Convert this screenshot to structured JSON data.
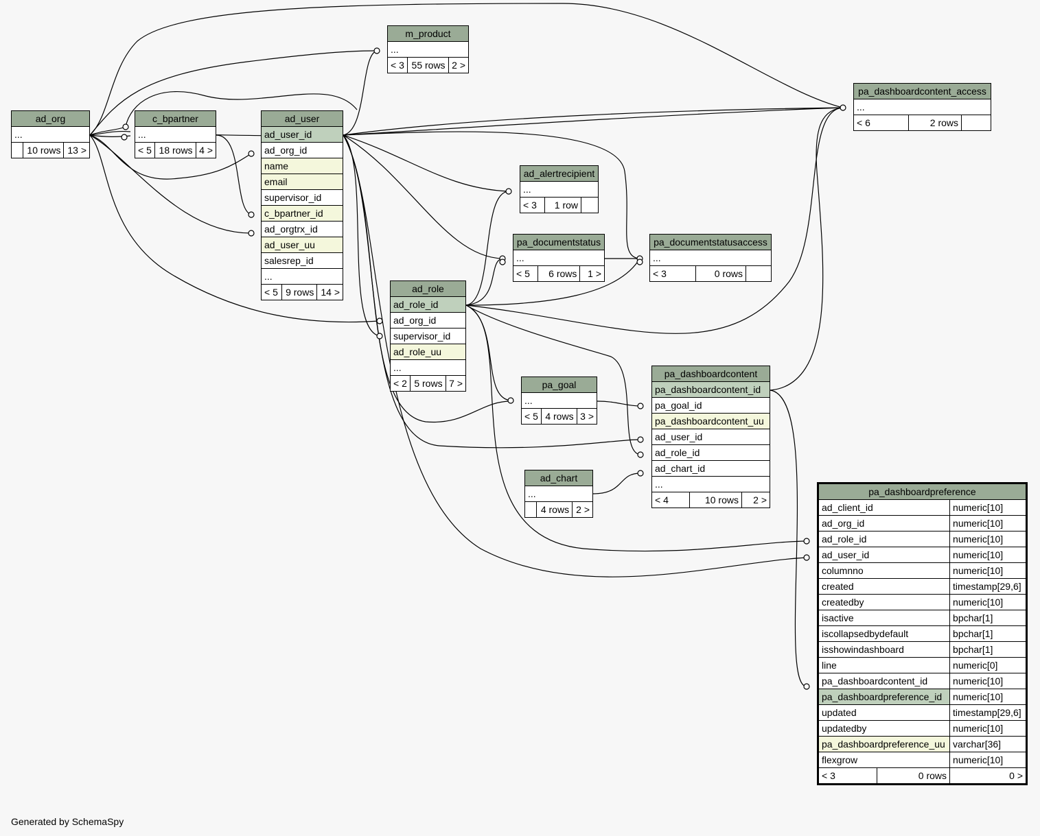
{
  "footer": "Generated by SchemaSpy",
  "tables": {
    "ad_org": {
      "name": "ad_org",
      "rows": [
        {
          "t": "..."
        }
      ],
      "stats": [
        "",
        "10 rows",
        "13 >"
      ]
    },
    "c_bpartner": {
      "name": "c_bpartner",
      "rows": [
        {
          "t": "..."
        }
      ],
      "stats": [
        "< 5",
        "18 rows",
        "4 >"
      ]
    },
    "ad_user": {
      "name": "ad_user",
      "rows": [
        {
          "t": "ad_user_id",
          "k": "pk"
        },
        {
          "t": "ad_org_id"
        },
        {
          "t": "name",
          "k": "idx"
        },
        {
          "t": "email",
          "k": "idx"
        },
        {
          "t": "supervisor_id"
        },
        {
          "t": "c_bpartner_id",
          "k": "idx"
        },
        {
          "t": "ad_orgtrx_id"
        },
        {
          "t": "ad_user_uu",
          "k": "idx"
        },
        {
          "t": "salesrep_id"
        },
        {
          "t": "..."
        }
      ],
      "stats": [
        "< 5",
        "9 rows",
        "14 >"
      ]
    },
    "m_product": {
      "name": "m_product",
      "rows": [
        {
          "t": "..."
        }
      ],
      "stats": [
        "< 3",
        "55 rows",
        "2 >"
      ]
    },
    "ad_alertrecipient": {
      "name": "ad_alertrecipient",
      "rows": [
        {
          "t": "..."
        }
      ],
      "stats": [
        "< 3",
        "1 row",
        ""
      ]
    },
    "pa_documentstatus": {
      "name": "pa_documentstatus",
      "rows": [
        {
          "t": "..."
        }
      ],
      "stats": [
        "< 5",
        "6 rows",
        "1 >"
      ]
    },
    "pa_documentstatusaccess": {
      "name": "pa_documentstatusaccess",
      "rows": [
        {
          "t": "..."
        }
      ],
      "stats": [
        "< 3",
        "0 rows",
        ""
      ]
    },
    "ad_role": {
      "name": "ad_role",
      "rows": [
        {
          "t": "ad_role_id",
          "k": "pk"
        },
        {
          "t": "ad_org_id"
        },
        {
          "t": "supervisor_id"
        },
        {
          "t": "ad_role_uu",
          "k": "idx"
        },
        {
          "t": "..."
        }
      ],
      "stats": [
        "< 2",
        "5 rows",
        "7 >"
      ]
    },
    "pa_goal": {
      "name": "pa_goal",
      "rows": [
        {
          "t": "..."
        }
      ],
      "stats": [
        "< 5",
        "4 rows",
        "3 >"
      ]
    },
    "ad_chart": {
      "name": "ad_chart",
      "rows": [
        {
          "t": "..."
        }
      ],
      "stats": [
        "",
        "4 rows",
        "2 >"
      ]
    },
    "pa_dashboardcontent": {
      "name": "pa_dashboardcontent",
      "rows": [
        {
          "t": "pa_dashboardcontent_id",
          "k": "pk"
        },
        {
          "t": "pa_goal_id"
        },
        {
          "t": "pa_dashboardcontent_uu",
          "k": "idx"
        },
        {
          "t": "ad_user_id"
        },
        {
          "t": "ad_role_id"
        },
        {
          "t": "ad_chart_id"
        },
        {
          "t": "..."
        }
      ],
      "stats": [
        "< 4",
        "10 rows",
        "2 >"
      ]
    },
    "pa_dashboardcontent_access": {
      "name": "pa_dashboardcontent_access",
      "rows": [
        {
          "t": "..."
        }
      ],
      "stats": [
        "< 6",
        "2 rows",
        ""
      ]
    },
    "pa_dashboardpreference": {
      "name": "pa_dashboardpreference",
      "rows": [
        {
          "t": "ad_client_id",
          "type": "numeric[10]"
        },
        {
          "t": "ad_org_id",
          "type": "numeric[10]"
        },
        {
          "t": "ad_role_id",
          "type": "numeric[10]"
        },
        {
          "t": "ad_user_id",
          "type": "numeric[10]"
        },
        {
          "t": "columnno",
          "type": "numeric[10]"
        },
        {
          "t": "created",
          "type": "timestamp[29,6]"
        },
        {
          "t": "createdby",
          "type": "numeric[10]"
        },
        {
          "t": "isactive",
          "type": "bpchar[1]"
        },
        {
          "t": "iscollapsedbydefault",
          "type": "bpchar[1]"
        },
        {
          "t": "isshowindashboard",
          "type": "bpchar[1]"
        },
        {
          "t": "line",
          "type": "numeric[0]"
        },
        {
          "t": "pa_dashboardcontent_id",
          "type": "numeric[10]"
        },
        {
          "t": "pa_dashboardpreference_id",
          "type": "numeric[10]",
          "k": "pk"
        },
        {
          "t": "updated",
          "type": "timestamp[29,6]"
        },
        {
          "t": "updatedby",
          "type": "numeric[10]"
        },
        {
          "t": "pa_dashboardpreference_uu",
          "type": "varchar[36]",
          "k": "idx"
        },
        {
          "t": "flexgrow",
          "type": "numeric[10]"
        }
      ],
      "stats": [
        "< 3",
        "0 rows",
        "0 >"
      ]
    }
  }
}
